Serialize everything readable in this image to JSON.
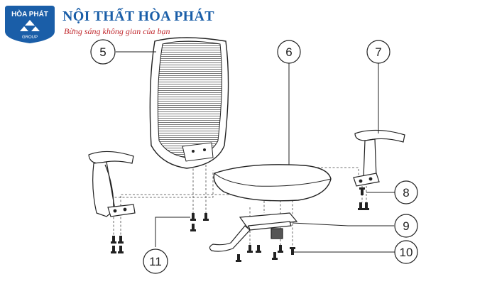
{
  "brand": {
    "logo_top": "HÒA PHÁT",
    "logo_bottom": "GROUP",
    "name": "NỘI THẤT HÒA PHÁT",
    "slogan": "Bừng sáng không gian của bạn",
    "primary_color": "#1a5ea8",
    "accent_color": "#c0282d"
  },
  "diagram": {
    "callouts": [
      "5",
      "6",
      "7",
      "8",
      "9",
      "10",
      "11"
    ],
    "line_color": "#333333",
    "dash_color": "#444444"
  }
}
